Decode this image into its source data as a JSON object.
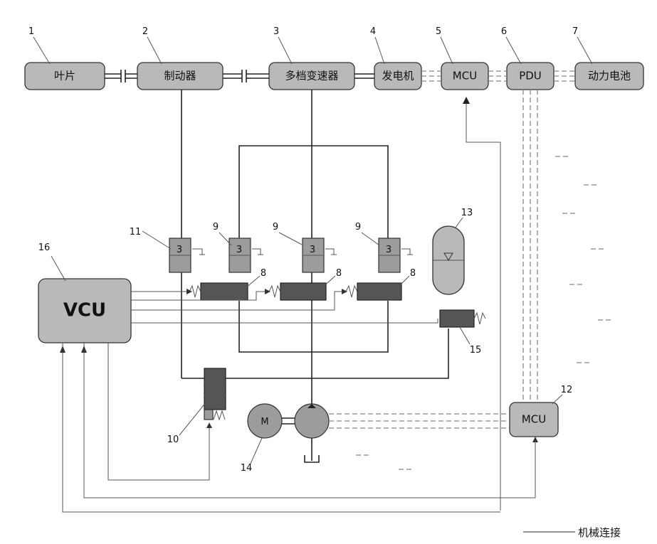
{
  "components": {
    "c1": {
      "num": "1",
      "label": "叶片"
    },
    "c2": {
      "num": "2",
      "label": "制动器"
    },
    "c3": {
      "num": "3",
      "label": "多档变速器"
    },
    "c4": {
      "num": "4",
      "label": "发电机"
    },
    "c5": {
      "num": "5",
      "label": "MCU"
    },
    "c6": {
      "num": "6",
      "label": "PDU"
    },
    "c7": {
      "num": "7",
      "label": "动力电池"
    },
    "c8a": {
      "num": "8"
    },
    "c8b": {
      "num": "8"
    },
    "c8c": {
      "num": "8"
    },
    "c9a": {
      "num": "9"
    },
    "c9b": {
      "num": "9"
    },
    "c9c": {
      "num": "9"
    },
    "c10": {
      "num": "10"
    },
    "c11": {
      "num": "11"
    },
    "c12": {
      "num": "12",
      "label": "MCU"
    },
    "c13": {
      "num": "13"
    },
    "c14": {
      "num": "14"
    },
    "c15": {
      "num": "15"
    },
    "c16": {
      "num": "16",
      "label": "VCU"
    }
  },
  "legend": {
    "mechanical": "机械连接"
  }
}
